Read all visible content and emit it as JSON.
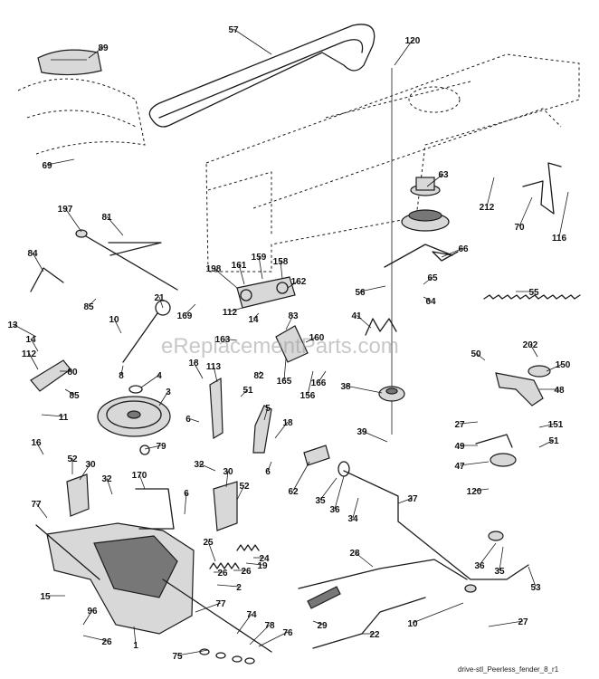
{
  "watermark": "eReplacementParts.com",
  "caption": "drive-stl_Peerless_fender_8_r1",
  "callouts": [
    "57",
    "120",
    "89",
    "69",
    "63",
    "212",
    "70",
    "116",
    "66",
    "197",
    "81",
    "84",
    "198",
    "161",
    "159",
    "158",
    "162",
    "65",
    "56",
    "64",
    "55",
    "85",
    "21",
    "169",
    "112",
    "14",
    "83",
    "41",
    "10",
    "163",
    "160",
    "13",
    "14",
    "112",
    "80",
    "85",
    "11",
    "8",
    "82",
    "165",
    "156",
    "166",
    "4",
    "18",
    "113",
    "51",
    "3",
    "6",
    "5",
    "18",
    "6",
    "50",
    "202",
    "150",
    "48",
    "27",
    "151",
    "51",
    "49",
    "47",
    "120",
    "38",
    "39",
    "16",
    "52",
    "30",
    "32",
    "170",
    "79",
    "32",
    "30",
    "52",
    "6",
    "77",
    "62",
    "35",
    "36",
    "34",
    "37",
    "25",
    "24",
    "19",
    "26",
    "2",
    "26",
    "28",
    "36",
    "35",
    "53",
    "15",
    "77",
    "96",
    "74",
    "78",
    "76",
    "26",
    "10",
    "27",
    "22",
    "29",
    "1",
    "75"
  ]
}
